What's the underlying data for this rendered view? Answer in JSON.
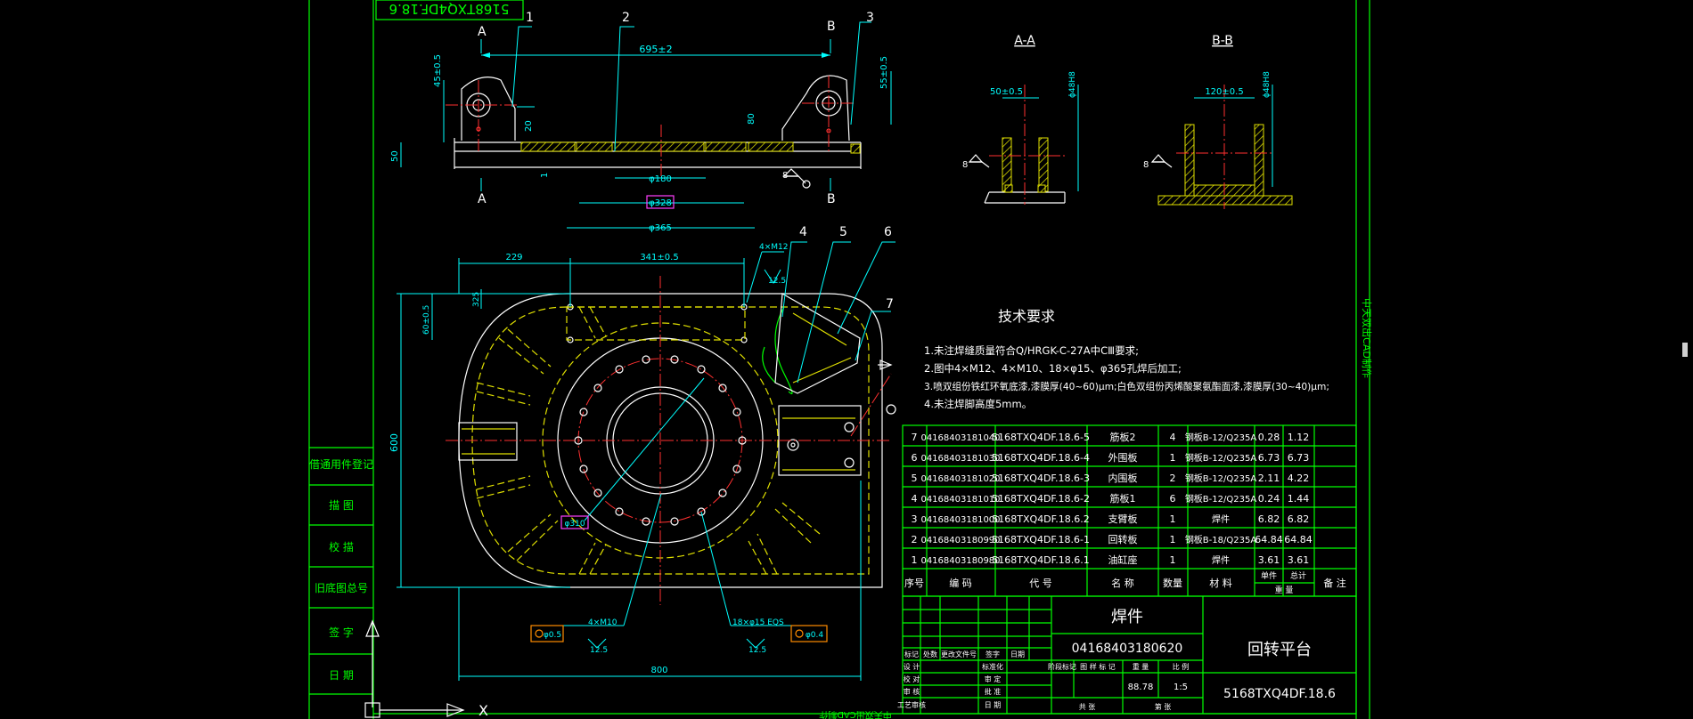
{
  "drawing": {
    "doc_code_top": "5168TXQ4DF.18.6",
    "side_label": "中天双出CAD制作",
    "bottom_label": "中天双出CAD制作",
    "part_labels": [
      "1",
      "2",
      "3",
      "4",
      "5",
      "6",
      "7"
    ],
    "section_a": "A",
    "section_b": "B",
    "section_aa": "A-A",
    "section_bb": "B-B",
    "dims": {
      "d695": "695±2",
      "d45": "45±0.5",
      "d20": "20",
      "d80": "80",
      "d55": "55±0.5",
      "d50": "50",
      "d1": "1",
      "d180": "φ180",
      "d328": "φ328",
      "d365": "φ365",
      "d50aa": "50±0.5",
      "d120bb": "120±0.5",
      "d229": "229",
      "d341": "341±0.5",
      "d4m12": "4×M12",
      "d125": "12.5",
      "d60": "60±0.5",
      "d325": "325",
      "d600": "600",
      "d800": "800",
      "d310": "φ310",
      "tol1": "φ0.5",
      "tol2": "φ0.4",
      "d4m10": "4×M10",
      "d18": "18×φ15 EQS",
      "weld8": "8"
    }
  },
  "tech_req": {
    "title": "技术要求",
    "lines": [
      "1.未注焊缝质量符合Q/HRGK-C-27A中CⅢ要求;",
      "2.图中4×M12、4×M10、18×φ15、φ365孔焊后加工;",
      "3.喷双组份铁红环氧底漆,漆膜厚(40~60)μm;白色双组份丙烯酸聚氨酯面漆,漆膜厚(30~40)μm;",
      "4.未注焊脚高度5mm。"
    ]
  },
  "bom": {
    "rows": [
      {
        "seq": "7",
        "code": "04168403181040",
        "drawing": "5168TXQ4DF.18.6-5",
        "name": "筋板2",
        "qty": "4",
        "material": "钢板B-12/Q235A",
        "unit": "0.28",
        "total": "1.12",
        "note": ""
      },
      {
        "seq": "6",
        "code": "04168403181030",
        "drawing": "5168TXQ4DF.18.6-4",
        "name": "外围板",
        "qty": "1",
        "material": "钢板B-12/Q235A",
        "unit": "6.73",
        "total": "6.73",
        "note": ""
      },
      {
        "seq": "5",
        "code": "04168403181020",
        "drawing": "5168TXQ4DF.18.6-3",
        "name": "内围板",
        "qty": "2",
        "material": "钢板B-12/Q235A",
        "unit": "2.11",
        "total": "4.22",
        "note": ""
      },
      {
        "seq": "4",
        "code": "04168403181010",
        "drawing": "5168TXQ4DF.18.6-2",
        "name": "筋板1",
        "qty": "6",
        "material": "钢板B-12/Q235A",
        "unit": "0.24",
        "total": "1.44",
        "note": ""
      },
      {
        "seq": "3",
        "code": "04168403181000",
        "drawing": "5168TXQ4DF.18.6.2",
        "name": "支臂板",
        "qty": "1",
        "material": "焊件",
        "unit": "6.82",
        "total": "6.82",
        "note": ""
      },
      {
        "seq": "2",
        "code": "04168403180990",
        "drawing": "5168TXQ4DF.18.6-1",
        "name": "回转板",
        "qty": "1",
        "material": "钢板B-18/Q235A",
        "unit": "64.84",
        "total": "64.84",
        "note": ""
      },
      {
        "seq": "1",
        "code": "04168403180980",
        "drawing": "5168TXQ4DF.18.6.1",
        "name": "油缸座",
        "qty": "1",
        "material": "焊件",
        "unit": "3.61",
        "total": "3.61",
        "note": ""
      }
    ],
    "headers": {
      "seq": "序号",
      "code": "编 码",
      "drawing": "代 号",
      "name": "名 称",
      "qty": "数量",
      "material": "材 料",
      "unit": "单件",
      "total": "总计",
      "weight": "重 量",
      "note": "备 注"
    }
  },
  "title_block": {
    "type": "焊件",
    "code": "04168403180620",
    "name": "回转平台",
    "drawing_no": "5168TXQ4DF.18.6",
    "weight": "88.78",
    "scale": "1:5",
    "labels": {
      "mark": "标记",
      "count": "处数",
      "change_doc": "更改文件号",
      "sign": "签字",
      "date": "日期",
      "design": "设 计",
      "proofread": "校 对",
      "review": "审 核",
      "process": "工艺审核",
      "std": "标准化",
      "audit": "审 定",
      "approve": "批 准",
      "stage_mark": "阶段标记",
      "stage": "图 样 标 记",
      "weight_label": "重 量",
      "scale_label": "比 例",
      "sheets": "共    张",
      "sheet": "第    张",
      "dates": "日 期"
    }
  },
  "left_strip": {
    "labels": [
      "借通用件登记",
      "描 图",
      "校 描",
      "旧底图总号",
      "签 字",
      "日 期"
    ]
  }
}
